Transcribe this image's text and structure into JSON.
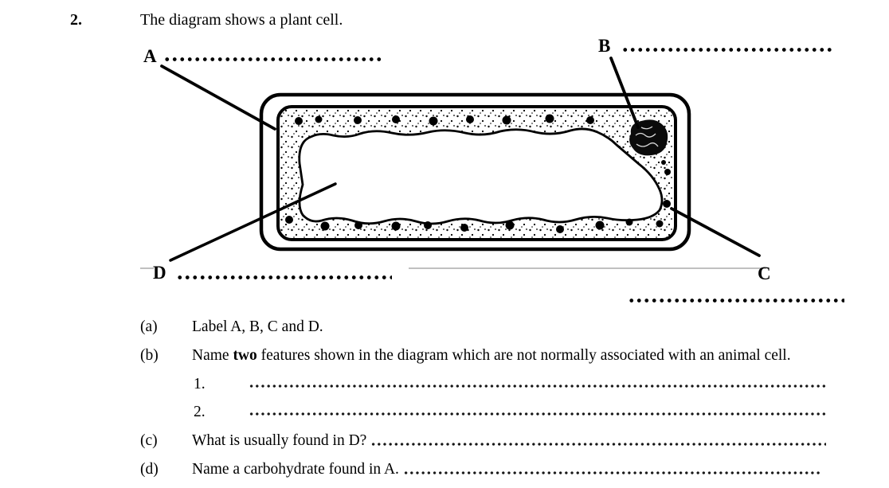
{
  "header": {
    "number": "2.",
    "prompt": "The diagram shows a plant cell."
  },
  "colors": {
    "ink": "#000000",
    "paper": "#ffffff",
    "faint_scan_line": "#9a9a9a"
  },
  "diagram": {
    "type": "labelled plant cell drawing",
    "labels": {
      "a": "A",
      "b": "B",
      "c": "C",
      "d": "D"
    }
  },
  "questions": {
    "a": {
      "id": "(a)",
      "text": "Label A, B, C and D."
    },
    "b": {
      "id": "(b)",
      "pre": "Name ",
      "bold": "two",
      "post": " features shown in the diagram which are not normally associated with an animal cell.",
      "items": [
        {
          "num": "1."
        },
        {
          "num": "2."
        }
      ]
    },
    "c": {
      "id": "(c)",
      "text": "What is usually found in D? "
    },
    "d": {
      "id": "(d)",
      "text": "Name a carbohydrate found in A. "
    }
  }
}
